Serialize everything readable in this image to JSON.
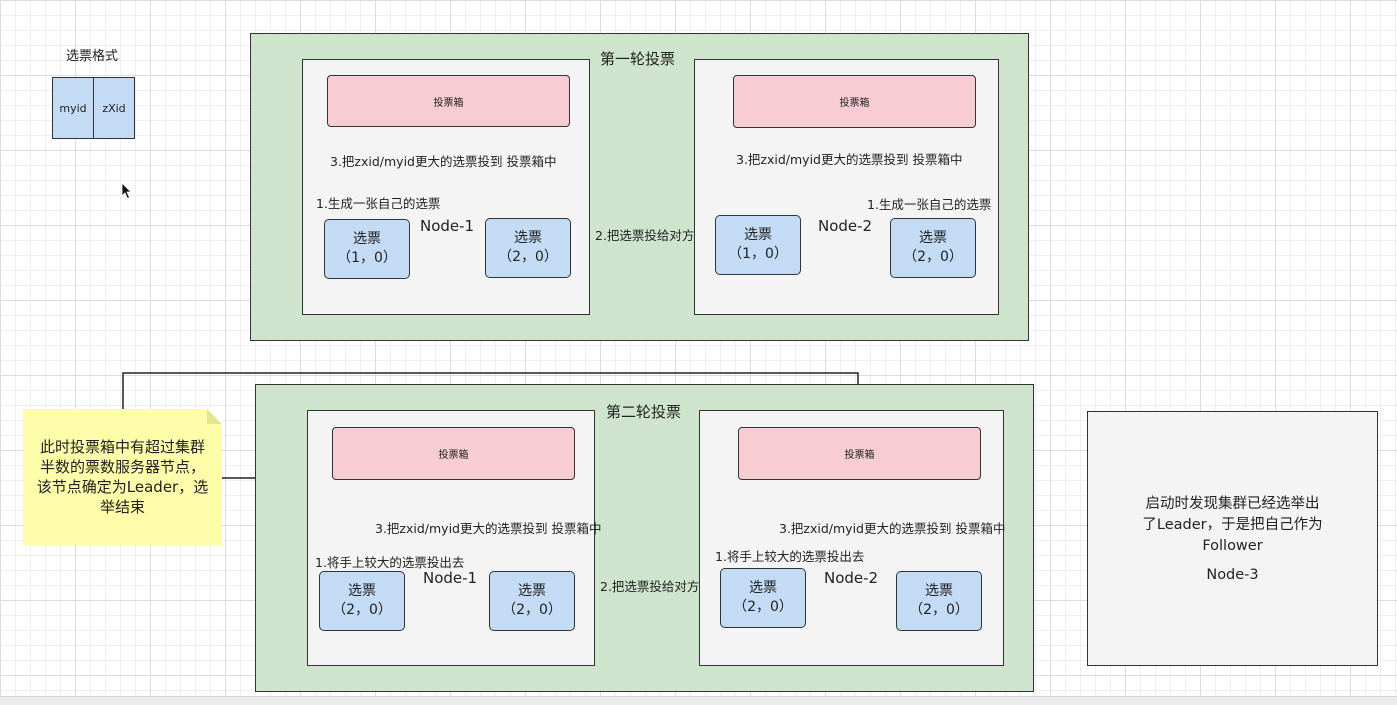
{
  "format": {
    "title": "选票格式",
    "myid": "myid",
    "zxid": "zXid"
  },
  "round1": {
    "title": "第一轮投票",
    "node1": {
      "name": "Node-1",
      "box": "投票箱",
      "step3": "3.把zxid/myid更大的选票投到 投票箱中",
      "step1": "1.生成一张自己的选票",
      "ballot_a": {
        "label": "选票",
        "value": "（1，0）"
      },
      "ballot_b": {
        "label": "选票",
        "value": "（2，0）"
      }
    },
    "node2": {
      "name": "Node-2",
      "box": "投票箱",
      "step3": "3.把zxid/myid更大的选票投到 投票箱中",
      "step1": "1.生成一张自己的选票",
      "ballot_a": {
        "label": "选票",
        "value": "（1，0）"
      },
      "ballot_b": {
        "label": "选票",
        "value": "（2，0）"
      }
    },
    "exchange": "2.把选票投给对方"
  },
  "round2": {
    "title": "第二轮投票",
    "node1": {
      "name": "Node-1",
      "box": "投票箱",
      "step3": "3.把zxid/myid更大的选票投到 投票箱中",
      "step1": "1.将手上较大的选票投出去",
      "ballot_a": {
        "label": "选票",
        "value": "（2，0）"
      },
      "ballot_b": {
        "label": "选票",
        "value": "（2，0）"
      }
    },
    "node2": {
      "name": "Node-2",
      "box": "投票箱",
      "step3": "3.把zxid/myid更大的选票投到 投票箱中",
      "step1": "1.将手上较大的选票投出去",
      "ballot_a": {
        "label": "选票",
        "value": "（2，0）"
      },
      "ballot_b": {
        "label": "选票",
        "value": "（2，0）"
      }
    },
    "exchange": "2.把选票投给对方"
  },
  "note": {
    "lines": [
      "此时投票箱中有超过集群",
      "半数的票数服务器节点，",
      "该节点确定为Leader，选",
      "举结束"
    ]
  },
  "node3": {
    "line1": "启动时发现集群已经选举出",
    "line2": "了Leader，于是把自己作为",
    "line3": "Follower",
    "name": "Node-3"
  },
  "colors": {
    "round_bg": "#cfe4cc",
    "node_bg": "#f4f4f4",
    "box_bg": "#f7cdd3",
    "ballot_bg": "#c3dbf5",
    "note_bg": "#fdfdaa"
  }
}
